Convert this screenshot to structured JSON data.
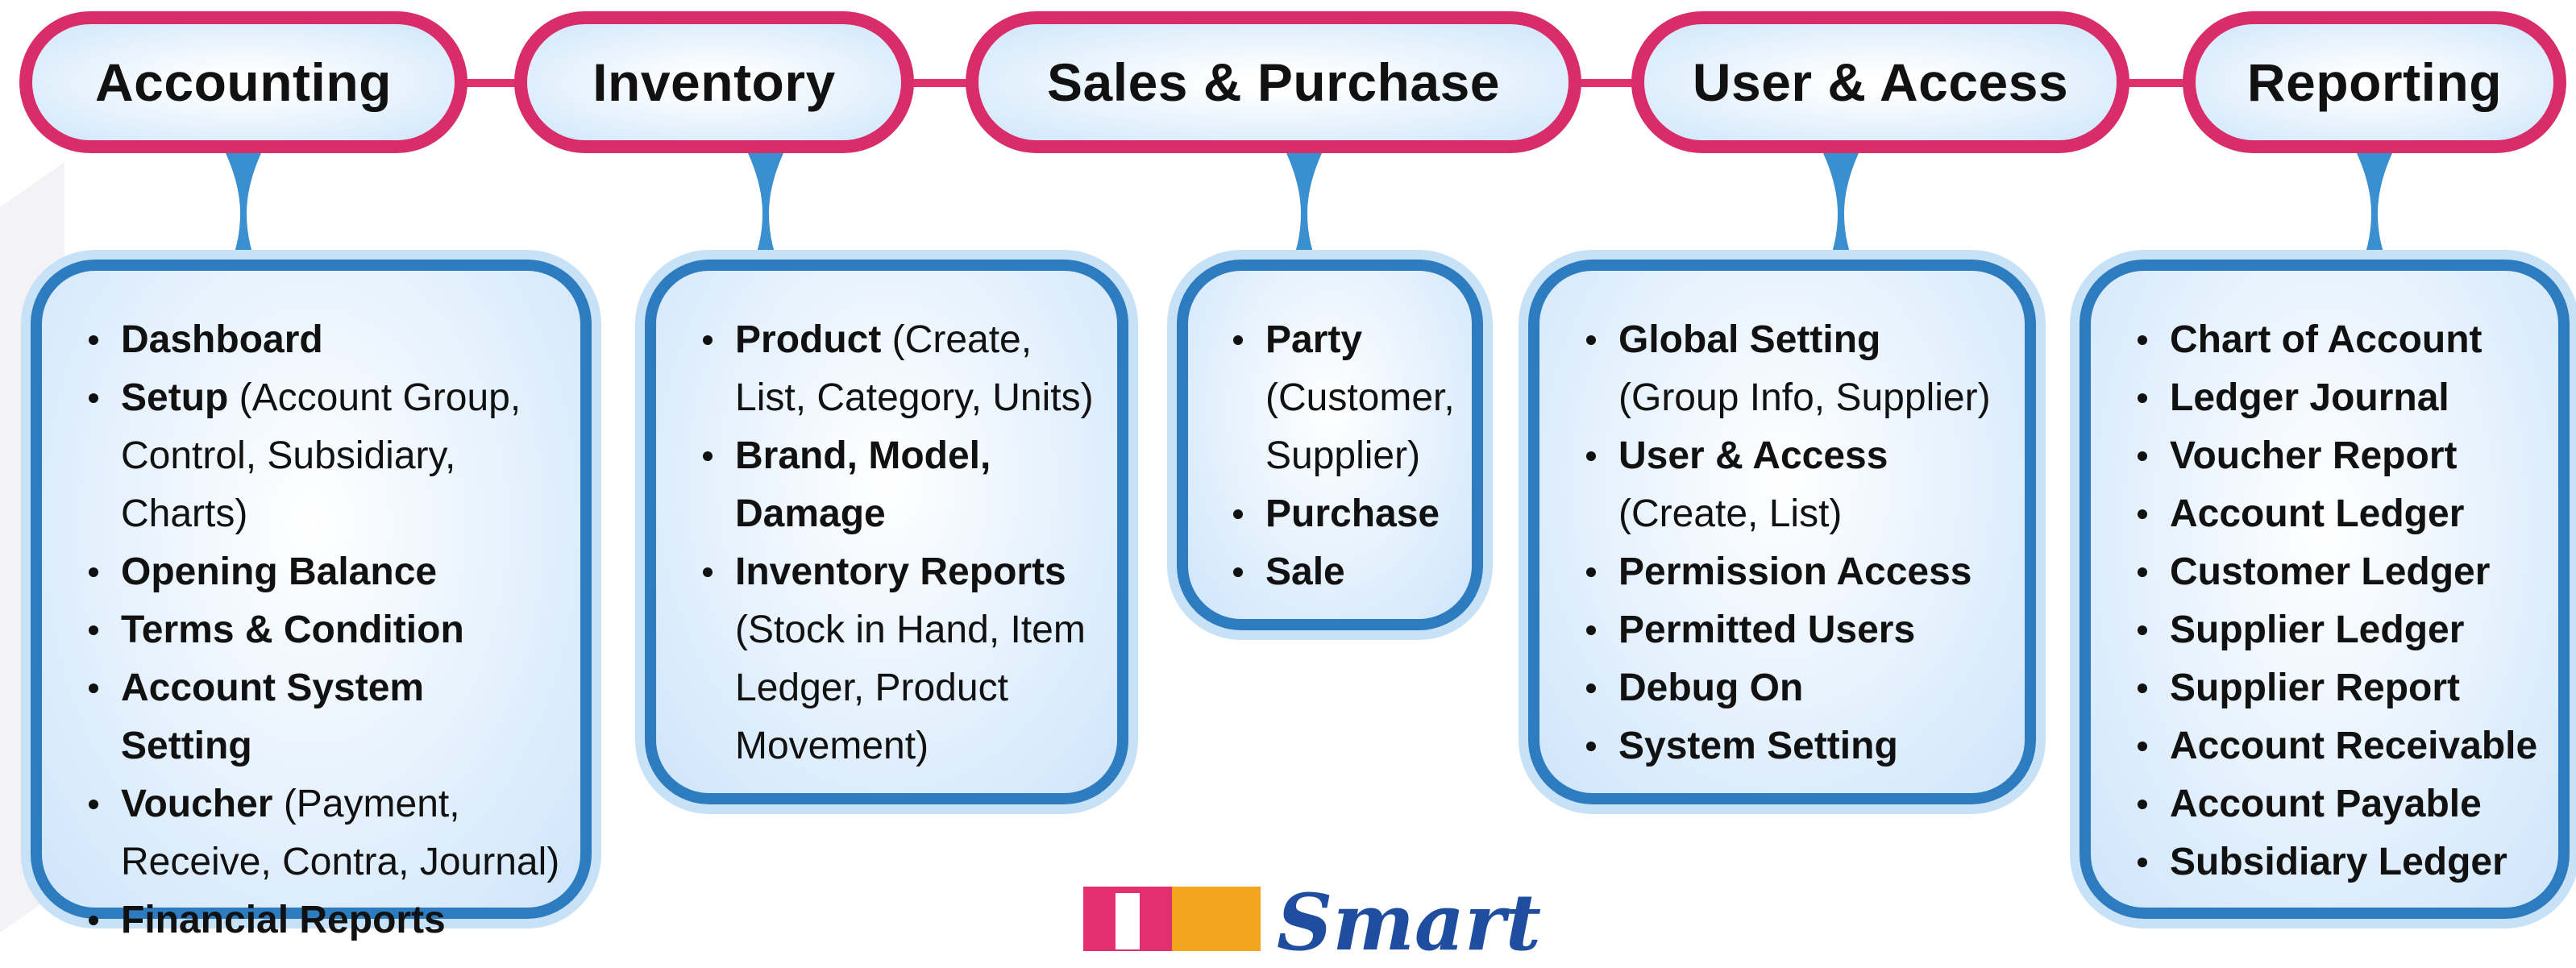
{
  "columns": [
    {
      "title": "Accounting",
      "items": [
        {
          "bold": "Dashboard",
          "normal": ""
        },
        {
          "bold": "Setup",
          "normal": " (Account Group, Control, Subsidiary, Charts)"
        },
        {
          "bold": "Opening Balance",
          "normal": ""
        },
        {
          "bold": "Terms & Condition",
          "normal": ""
        },
        {
          "bold": "Account System Setting",
          "normal": ""
        },
        {
          "bold": "Voucher",
          "normal": " (Payment, Receive, Contra, Journal)"
        },
        {
          "bold": "Financial Reports",
          "normal": ""
        }
      ]
    },
    {
      "title": "Inventory",
      "items": [
        {
          "bold": "Product",
          "normal": " (Create, List, Category, Units)"
        },
        {
          "bold": "Brand, Model, Damage",
          "normal": ""
        },
        {
          "bold": "Inventory Reports",
          "normal": " (Stock in Hand, Item Ledger, Product Movement)"
        }
      ]
    },
    {
      "title": "Sales & Purchase",
      "items": [
        {
          "bold": "Party",
          "normal": " (Customer, Supplier)"
        },
        {
          "bold": "Purchase",
          "normal": ""
        },
        {
          "bold": "Sale",
          "normal": ""
        }
      ]
    },
    {
      "title": "User & Access",
      "items": [
        {
          "bold": "Global Setting",
          "normal": " (Group Info, Supplier)"
        },
        {
          "bold": "User & Access",
          "normal": " (Create, List)"
        },
        {
          "bold": "Permission Access",
          "normal": ""
        },
        {
          "bold": "Permitted Users",
          "normal": ""
        },
        {
          "bold": "Debug On",
          "normal": ""
        },
        {
          "bold": "System Setting",
          "normal": ""
        }
      ]
    },
    {
      "title": "Reporting",
      "items": [
        {
          "bold": "Chart of Account",
          "normal": ""
        },
        {
          "bold": "Ledger Journal",
          "normal": ""
        },
        {
          "bold": "Voucher Report",
          "normal": ""
        },
        {
          "bold": "Account Ledger",
          "normal": ""
        },
        {
          "bold": "Customer Ledger",
          "normal": ""
        },
        {
          "bold": "Supplier Ledger",
          "normal": ""
        },
        {
          "bold": "Supplier Report",
          "normal": ""
        },
        {
          "bold": "Account Receivable",
          "normal": ""
        },
        {
          "bold": "Account Payable",
          "normal": ""
        },
        {
          "bold": "Subsidiary Ledger",
          "normal": ""
        }
      ]
    }
  ],
  "logo": {
    "text": "Smart"
  },
  "colors": {
    "pill_border": "#d92d6a",
    "card_border": "#2e7cc0",
    "stem": "#3a8fd0",
    "logo_pink": "#e2306f",
    "logo_orange": "#f4a51f",
    "logo_blue": "#1f4ea0"
  }
}
